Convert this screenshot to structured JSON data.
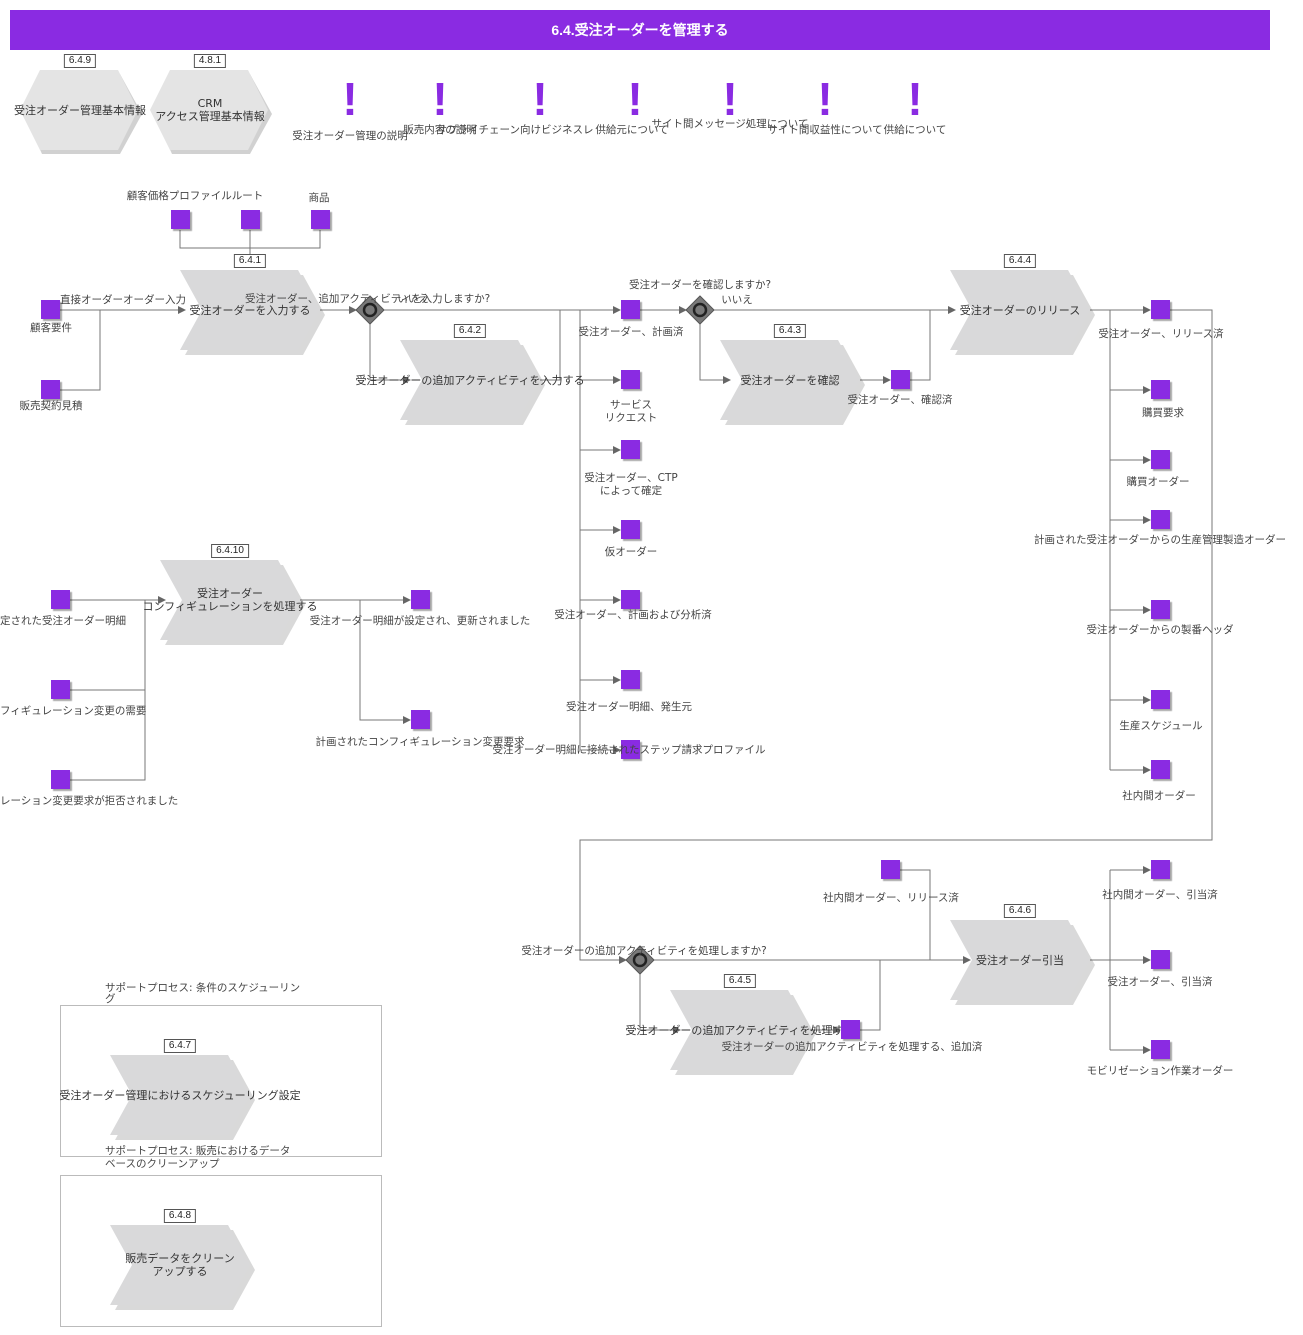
{
  "header": {
    "title": "6.4.受注オーダーを管理する"
  },
  "refs": [
    {
      "id": "6.4.9",
      "label": "受注オーダー管理基本情報"
    },
    {
      "id": "4.8.1",
      "label_line1": "CRM",
      "label_line2": "アクセス管理基本情報"
    }
  ],
  "notes": [
    "受注オーダー管理の説明",
    "販売内容の説明",
    "サプライチェーン向けビジネスレ",
    "供給元について",
    "サイト間メッセージ処理について",
    "サイト間収益性について",
    "供給について"
  ],
  "processes": {
    "p641": {
      "id": "6.4.1",
      "label": "受注オーダーを入力する"
    },
    "p642": {
      "id": "6.4.2",
      "label": "受注オーダーの追加アクティビティを入力する"
    },
    "p643": {
      "id": "6.4.3",
      "label": "受注オーダーを確認"
    },
    "p644": {
      "id": "6.4.4",
      "label": "受注オーダーのリリース"
    },
    "p6410": {
      "id": "6.4.10",
      "line1": "受注オーダー",
      "line2": "コンフィギュレーションを処理する"
    },
    "p645": {
      "id": "6.4.5",
      "label": "受注オーダーの追加アクティビティを処理する"
    },
    "p646": {
      "id": "6.4.6",
      "label": "受注オーダー引当"
    },
    "p647": {
      "id": "6.4.7",
      "label": "受注オーダー管理におけるスケジューリング設定"
    },
    "p648": {
      "id": "6.4.8",
      "line1": "販売データをクリーン",
      "line2": "アップする"
    }
  },
  "gateways": {
    "g1": "受注オーダー、追加アクティビティを入力しますか?",
    "g1_no": "いいえ",
    "g2": "受注オーダーを確認しますか?",
    "g2_no": "いいえ",
    "g3": "受注オーダーの追加アクティビティを処理しますか?"
  },
  "inputs": {
    "top1": "顧客価格プロファイルルート",
    "top3": "商品",
    "in1a": "直接オーダーオーダー入力",
    "in1b": "顧客要件",
    "in2": "販売契約見積",
    "cfg1": "定された受注オーダー明細",
    "cfg2": "フィギュレーション変更の需要",
    "cfg3": "レーション変更要求が拒否されました",
    "rel_in": "社内間オーダー、リリース済"
  },
  "outputs": {
    "o_planned": "受注オーダー、計画済",
    "o_service_1": "サービス",
    "o_service_2": "リクエスト",
    "o_ctp_1": "受注オーダー、CTP",
    "o_ctp_2": "によって確定",
    "o_provisional": "仮オーダー",
    "o_plan_analysis": "受注オーダー、計画および分析済",
    "o_line_origin": "受注オーダー明細、発生元",
    "o_step_billing": "受注オーダー明細に接続されたステップ請求プロファイル",
    "o_confirmed": "受注オーダー、確認済",
    "r_released": "受注オーダー、リリース済",
    "r_purch_req": "購買要求",
    "r_purch_order": "購買オーダー",
    "r_prod_order": "計画された受注オーダーからの生産管理製造オーダー",
    "r_mfg_header": "受注オーダーからの製番ヘッダ",
    "r_prod_schedule": "生産スケジュール",
    "r_intercompany": "社内間オーダー",
    "c_configured": "受注オーダー明細が設定され、更新されました",
    "c_planned_change": "計画されたコンフィギュレーション変更要求",
    "a_added": "受注オーダーの追加アクティビティを処理する、追加済",
    "al_interco": "社内間オーダー、引当済",
    "al_order": "受注オーダー、引当済",
    "al_mobilization": "モビリゼーション作業オーダー"
  },
  "support": {
    "box1_title_1": "サポートプロセス: 条件のスケジューリン",
    "box1_title_2": "グ",
    "box2_title_1": "サポートプロセス: 販売におけるデータ",
    "box2_title_2": "ベースのクリーンアップ"
  },
  "colors": {
    "accent": "#8a2be2",
    "process_fill": "#d9d9da",
    "gateway": "#808080"
  }
}
